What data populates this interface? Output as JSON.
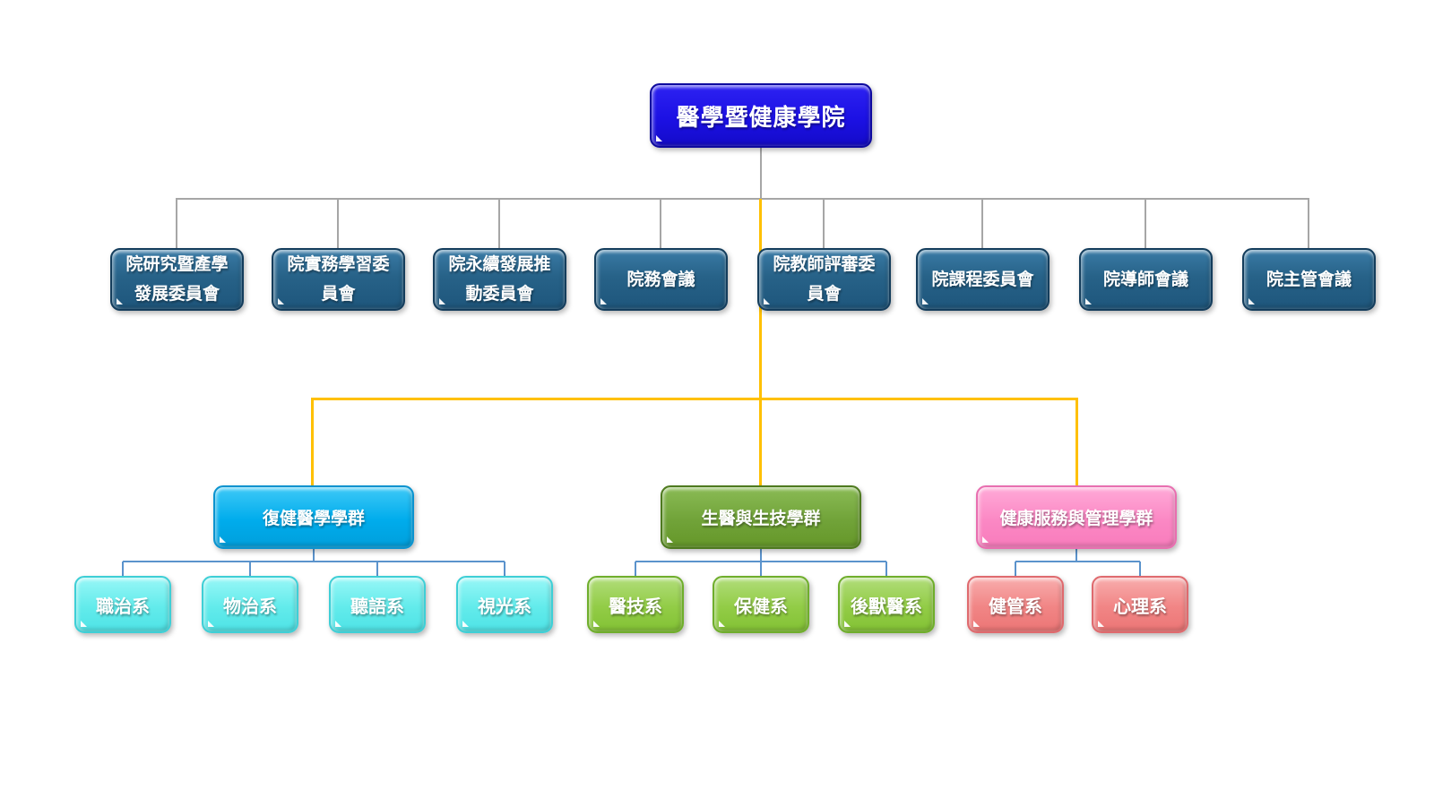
{
  "org_chart": {
    "title_node": {
      "label": "醫學暨健康學院",
      "color": "#1c11e4"
    },
    "committees": {
      "color": "#276288",
      "items": [
        {
          "label": "院研究暨產學發展委員會"
        },
        {
          "label": "院實務學習委員會"
        },
        {
          "label": "院永續發展推動委員會"
        },
        {
          "label": "院務會議"
        },
        {
          "label": "院教師評審委員會"
        },
        {
          "label": "院課程委員會"
        },
        {
          "label": "院導師會議"
        },
        {
          "label": "院主管會議"
        }
      ]
    },
    "groups": [
      {
        "label": "復健醫學學群",
        "color": "#00acec",
        "dept_color": "#62ebeb",
        "departments": [
          {
            "label": "職治系"
          },
          {
            "label": "物治系"
          },
          {
            "label": "聽語系"
          },
          {
            "label": "視光系"
          }
        ]
      },
      {
        "label": "生醫與生技學群",
        "color": "#71a339",
        "dept_color": "#92cc46",
        "departments": [
          {
            "label": "醫技系"
          },
          {
            "label": "保健系"
          },
          {
            "label": "後獸醫系"
          }
        ]
      },
      {
        "label": "健康服務與管理學群",
        "color": "#fb88c4",
        "dept_color": "#f18585",
        "departments": [
          {
            "label": "健管系"
          },
          {
            "label": "心理系"
          }
        ]
      }
    ],
    "connectors": {
      "root_to_committees_color": "#a6a6a6",
      "root_to_groups_color": "#ffc000",
      "group_to_departments_color": "#5b93cc"
    }
  }
}
